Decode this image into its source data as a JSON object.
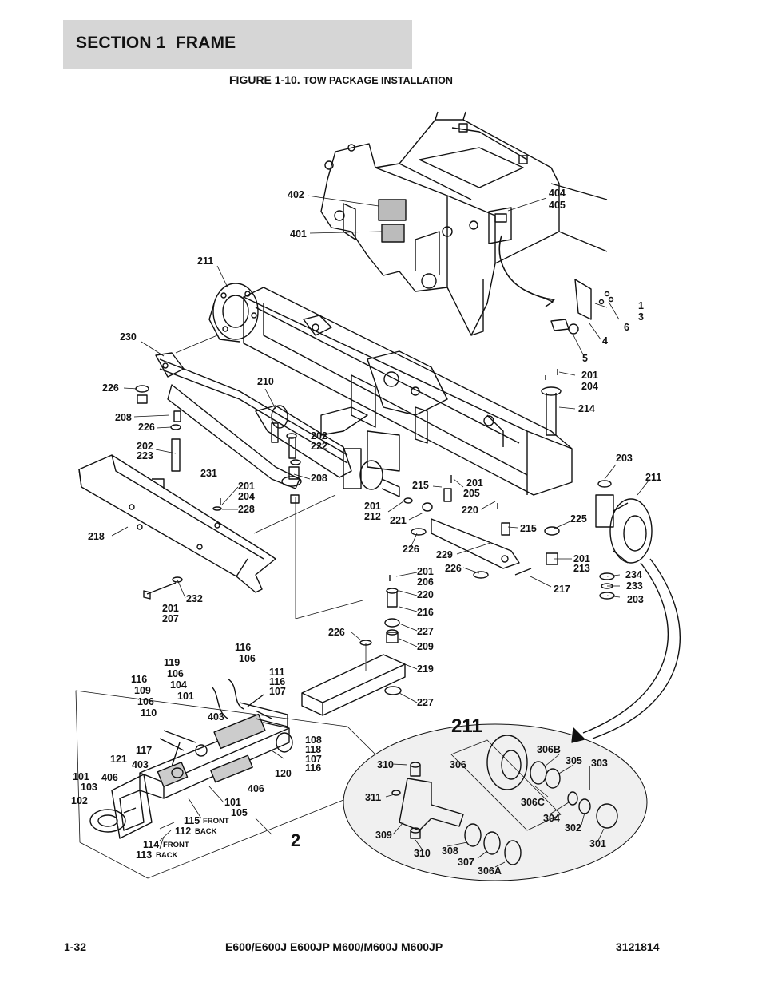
{
  "header": {
    "section_title": "SECTION 1  FRAME",
    "figure_prefix": "FIGURE 1-10.",
    "figure_caption": "TOW PACKAGE INSTALLATION"
  },
  "footer": {
    "page_number": "1-32",
    "models": "E600/E600J E600JP M600/M600J M600JP",
    "document_number": "3121814"
  },
  "colors": {
    "banner": "#d6d6d6",
    "ink": "#111111",
    "inset_fill": "#f0f0f0"
  },
  "callouts": [
    "402",
    "404",
    "405",
    "401",
    "211",
    "1",
    "3",
    "6",
    "4",
    "5",
    "230",
    "201",
    "204",
    "226",
    "210",
    "214",
    "208",
    "226",
    "202",
    "222",
    "202",
    "223",
    "203",
    "231",
    "208",
    "201",
    "204",
    "228",
    "211",
    "215",
    "201",
    "205",
    "220",
    "201",
    "212",
    "221",
    "225",
    "215",
    "218",
    "226",
    "229",
    "201",
    "213",
    "226",
    "234",
    "233",
    "203",
    "201",
    "206",
    "217",
    "232",
    "201",
    "207",
    "220",
    "216",
    "227",
    "226",
    "209",
    "116",
    "106",
    "219",
    "119",
    "106",
    "111",
    "116",
    "104",
    "116",
    "107",
    "109",
    "101",
    "227",
    "106",
    "110",
    "403",
    "108",
    "118",
    "107",
    "116",
    "117",
    "121",
    "403",
    "120",
    "101",
    "406",
    "103",
    "406",
    "102",
    "101",
    "105",
    "115",
    "112",
    "114",
    "113",
    "2"
  ],
  "hub_inset": {
    "title": "211",
    "callouts": [
      "306B",
      "305",
      "303",
      "310",
      "306",
      "311",
      "306C",
      "304",
      "302",
      "301",
      "309",
      "308",
      "310",
      "307",
      "306A"
    ]
  },
  "sub_labels": {
    "front_1": "FRONT",
    "back_1": "BACK",
    "front_2": "FRONT",
    "back_2": "BACK"
  }
}
